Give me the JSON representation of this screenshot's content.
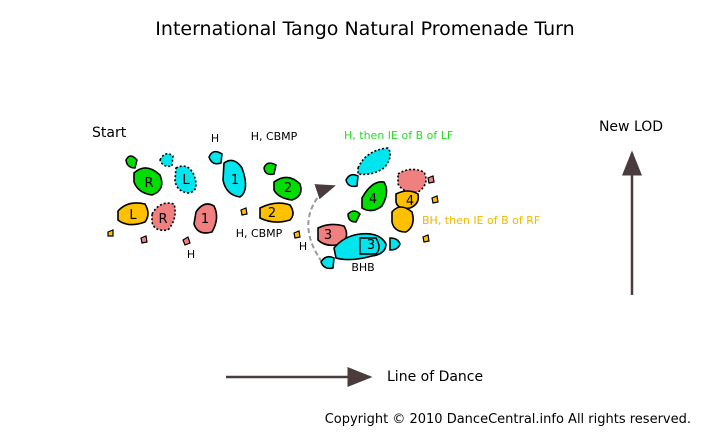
{
  "title": "International Tango Natural Promenade Turn",
  "labels": {
    "start": "Start",
    "new_lod": "New LOD",
    "line_of_dance": "Line of Dance",
    "copyright": "Copyright © 2010 DanceCentral.info All rights reserved."
  },
  "annotations": {
    "h_top": "H",
    "h_cbmp_top": "H, CBMP",
    "h_cbmp_bottom": "H, CBMP",
    "h_left_bottom": "H",
    "h_mid": "H",
    "bhb": "BHB",
    "lf_note": "H, then IE of B of LF",
    "rf_note": "BH, then IE of B of RF"
  },
  "footprints": {
    "start_r": "R",
    "start_l_dashed": "L",
    "start_l": "L",
    "start_r_dashed": "R",
    "s1_lf": "1",
    "s1_rf": "1",
    "s2_lf": "2",
    "s2_rf": "2",
    "s3_rf": "3",
    "s3_lf": "3",
    "s4_lf": "4",
    "s4_rf": "4"
  },
  "colors": {
    "lady_right": "#00dd00",
    "lady_left": "#00e5ee",
    "man_left": "#ffc000",
    "man_right": "#f08080",
    "lf_note": "#22dd22",
    "rf_note": "#f0b800",
    "arrow": "#4a3c3c"
  }
}
